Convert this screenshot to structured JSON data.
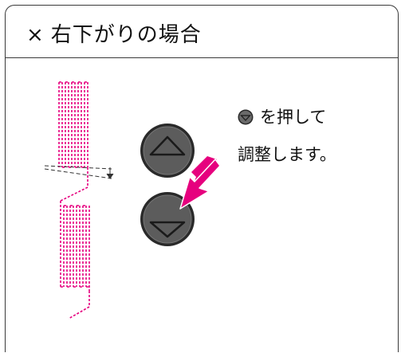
{
  "title": {
    "mark": "×",
    "text": "右下がりの場合"
  },
  "instruction": {
    "line1": "を押して",
    "line2": "調整します。"
  },
  "icons": {
    "up_button": "up-arrow-button-icon",
    "down_button": "down-arrow-button-icon",
    "pointer": "pink-pointer-arrow-icon",
    "stitch_pattern": "stitch-pattern-illustration"
  },
  "colors": {
    "stitch": "#e6007e",
    "button_face": "#5a5a5a",
    "button_ring": "#2a2a2a",
    "frame": "#3a3a3a"
  }
}
